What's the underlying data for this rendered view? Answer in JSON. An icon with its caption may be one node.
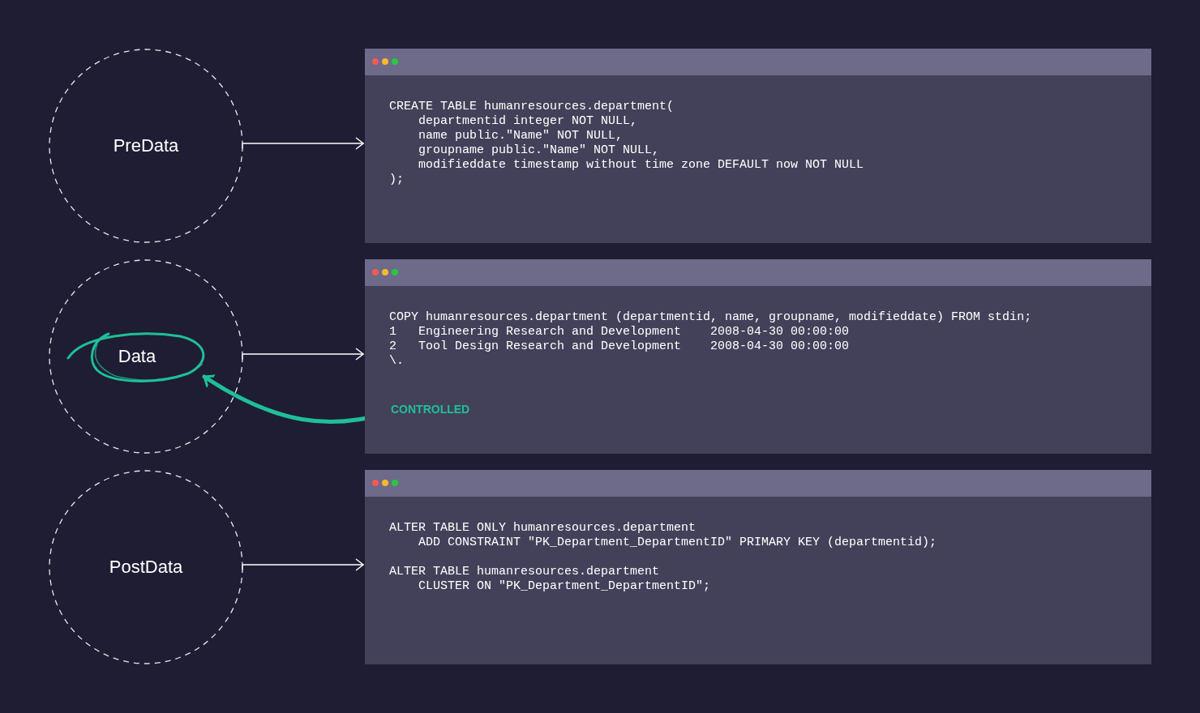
{
  "diagram": {
    "nodes": [
      {
        "text": [
          "PreData"
        ]
      },
      {
        "text": [
          "CREATE TABLE humanresources.department(",
          "    departmentid integer NOT NULL,",
          "    name public.\"Name\" NOT NULL,",
          "    groupname public.\"Name\" NOT NULL,",
          "    modifieddate timestamp without time zone DEFAULT now NOT NULL",
          ");"
        ]
      },
      {
        "text": [],
        "shape": "circle"
      },
      {
        "text": [
          "Data"
        ],
        "in": 2
      },
      {
        "text": [
          "COPY humanresources.department (departmentid, name, groupname, modifieddate) FROM stdin;",
          "1   Engineering Research and Development    2008-04-30 00:00:00",
          "2   Tool Design Research and Development    2008-04-30 00:00:00",
          "\\."
        ]
      },
      {
        "text": [
          "CONTROLLED"
        ],
        "in": 4
      },
      {
        "text": [
          "PostData"
        ]
      },
      {
        "text": [
          "ALTER TABLE ONLY humanresources.department",
          "    ADD CONSTRAINT \"PK_Department_DepartmentID\" PRIMARY KEY (departmentid);",
          "ALTER TABLE humanresources.department",
          "    CLUSTER ON \"PK_Department_DepartmentID\";"
        ]
      }
    ],
    "edges": [
      {
        "from": 0,
        "to": 1,
        "arrow": "to"
      },
      {
        "from": 2,
        "to": 4,
        "arrow": "to"
      },
      {
        "from": 6,
        "to": 7,
        "arrow": "to"
      },
      {
        "from": 5,
        "to": 3,
        "arrow": "to",
        "style": "thick",
        "color": "#1fbf98"
      }
    ]
  }
}
